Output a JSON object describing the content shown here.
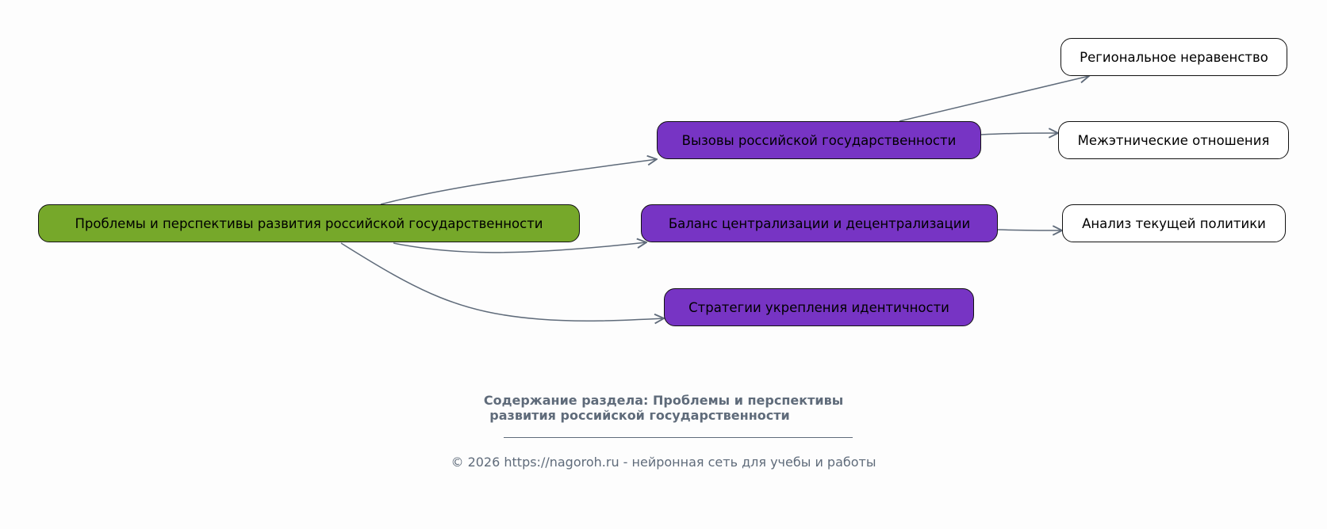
{
  "diagram": {
    "root": "Проблемы и перспективы развития российской государственности",
    "branches": [
      "Вызовы российской государственности",
      "Баланс централизации и децентрализации",
      "Стратегии укрепления идентичности"
    ],
    "leaves": [
      "Региональное неравенство",
      "Межэтнические отношения",
      "Анализ текущей политики"
    ],
    "colors": {
      "root": "#76a82a",
      "branch": "#7734c4",
      "leaf": "#ffffff",
      "edge": "#5f6b7a"
    }
  },
  "caption": {
    "title_line1": "Содержание раздела: Проблемы и перспективы",
    "title_line2": "развития российской государственности",
    "copyright": "© 2026 https://nagoroh.ru - нейронная сеть для учебы и работы"
  }
}
